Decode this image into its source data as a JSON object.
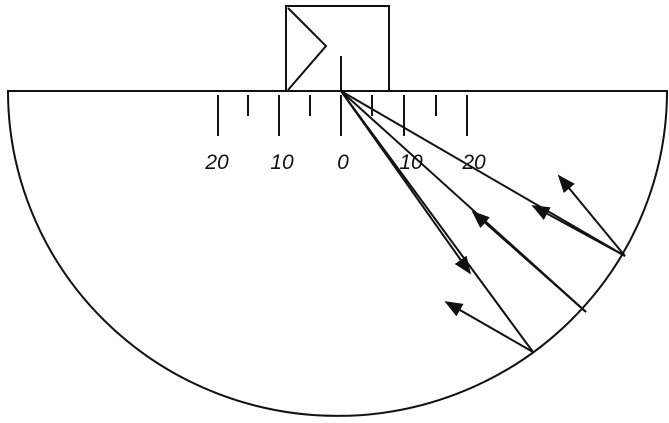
{
  "scale": {
    "left_labels": [
      "20",
      "10"
    ],
    "zero_label": "0",
    "right_labels": [
      "10",
      "20"
    ]
  },
  "colors": {
    "ink": "#111111",
    "background": "#ffffff"
  }
}
